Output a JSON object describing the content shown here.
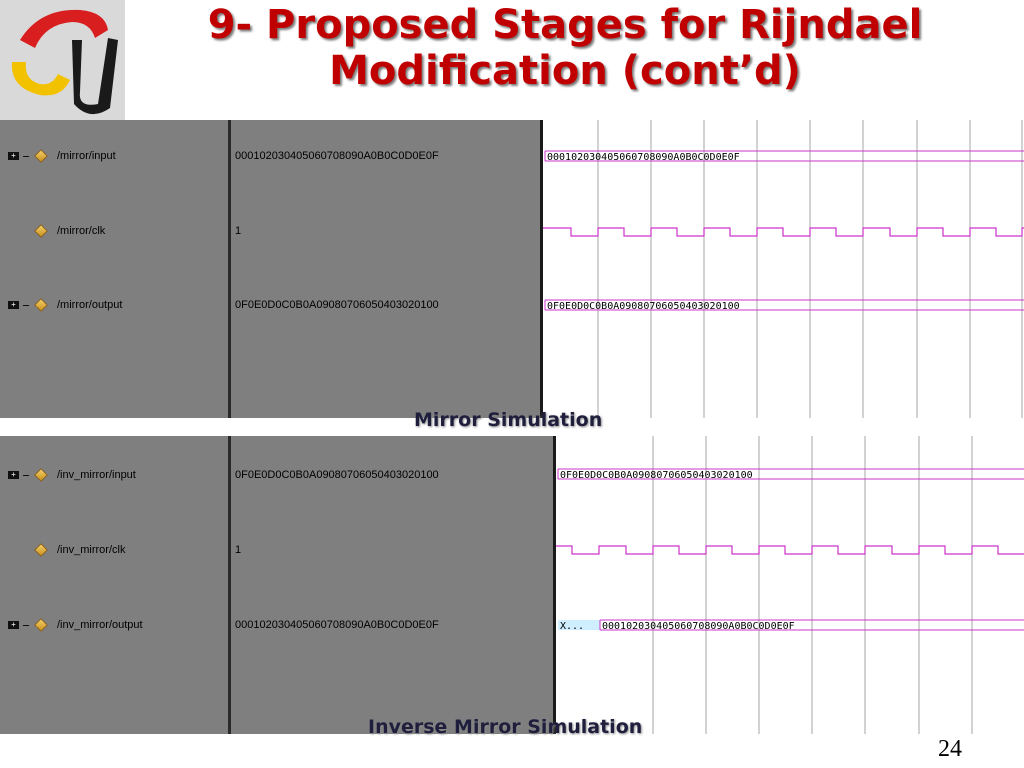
{
  "slide": {
    "title_line1": "9- Proposed Stages for Rijndael",
    "title_line2": "Modification (cont’d)",
    "page_number": "24",
    "title_color": "#c00000"
  },
  "top_panel": {
    "caption": "Mirror Simulation",
    "signals": [
      {
        "name": "/mirror/input",
        "value": "000102030405060708090A0B0C0D0E0F",
        "wave_label": "000102030405060708090A0B0C0D0E0F",
        "type": "bus"
      },
      {
        "name": "/mirror/clk",
        "value": "1",
        "type": "clock"
      },
      {
        "name": "/mirror/output",
        "value": "0F0E0D0C0B0A09080706050403020100",
        "wave_label": "0F0E0D0C0B0A09080706050403020100",
        "type": "bus"
      }
    ]
  },
  "bottom_panel": {
    "caption": "Inverse Mirror Simulation",
    "signals": [
      {
        "name": "/inv_mirror/input",
        "value": "0F0E0D0C0B0A09080706050403020100",
        "wave_label": "0F0E0D0C0B0A09080706050403020100",
        "type": "bus"
      },
      {
        "name": "/inv_mirror/clk",
        "value": "1",
        "type": "clock"
      },
      {
        "name": "/inv_mirror/output",
        "value": "000102030405060708090A0B0C0D0E0F",
        "wave_label_initial": "X...",
        "wave_label": "000102030405060708090A0B0C0D0E0F",
        "type": "bus"
      }
    ]
  },
  "colors": {
    "wave": "#cc33cc",
    "panel_gray": "#7f7f7f",
    "grid": "#a6a6a6",
    "unknown_highlight": "#cfeeff"
  },
  "icons": [
    "logo-icon",
    "expand-plus-icon",
    "signal-diamond-icon"
  ]
}
